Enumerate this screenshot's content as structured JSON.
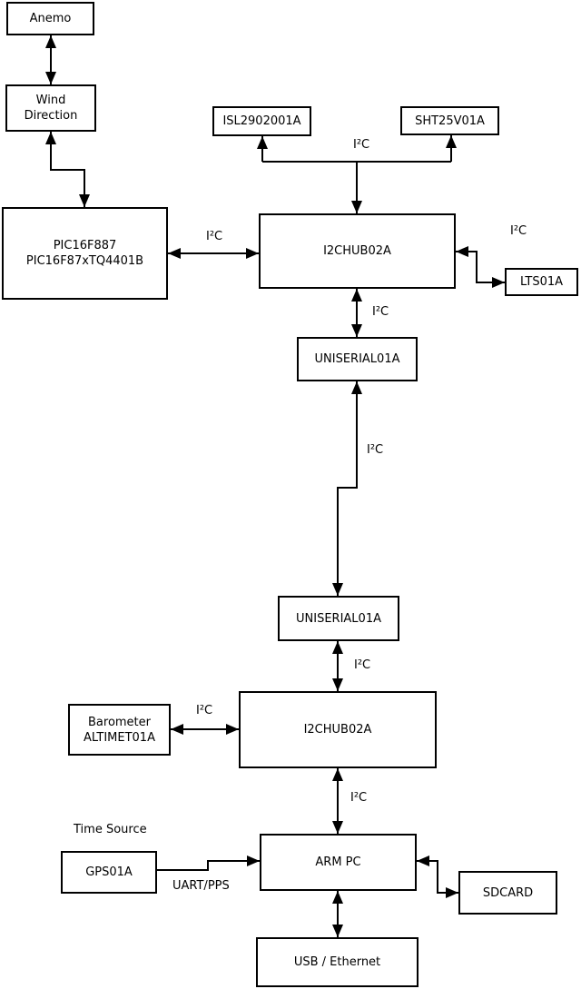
{
  "diagram": {
    "colors": {
      "stroke": "#000000",
      "box_fill": "#ffffff",
      "text": "#000000",
      "background": "#ffffff"
    },
    "boxes": [
      {
        "id": "anemo",
        "label": "Anemo"
      },
      {
        "id": "wind-direction",
        "label": "Wind\nDirection"
      },
      {
        "id": "pic",
        "label": "PIC16F887\nPIC16F87xTQ4401B"
      },
      {
        "id": "isl",
        "label": "ISL2902001A"
      },
      {
        "id": "sht",
        "label": "SHT25V01A"
      },
      {
        "id": "i2chub-top",
        "label": "I2CHUB02A"
      },
      {
        "id": "lts",
        "label": "LTS01A"
      },
      {
        "id": "uniserial-top",
        "label": "UNISERIAL01A"
      },
      {
        "id": "uniserial-bottom",
        "label": "UNISERIAL01A"
      },
      {
        "id": "i2chub-bottom",
        "label": "I2CHUB02A"
      },
      {
        "id": "barometer",
        "label": "Barometer\nALTIMET01A"
      },
      {
        "id": "gps",
        "label": "GPS01A"
      },
      {
        "id": "arm-pc",
        "label": "ARM PC"
      },
      {
        "id": "sdcard",
        "label": "SDCARD"
      },
      {
        "id": "usb-ethernet",
        "label": "USB / Ethernet"
      }
    ],
    "edge_labels": [
      {
        "id": "i2c-sensors-top",
        "text": "I²C"
      },
      {
        "id": "i2c-pic-hub",
        "text": "I²C"
      },
      {
        "id": "i2c-hub-lts",
        "text": "I²C"
      },
      {
        "id": "i2c-hub-uniserial",
        "text": "I²C"
      },
      {
        "id": "i2c-long-link",
        "text": "I²C"
      },
      {
        "id": "i2c-uniserial-hub2",
        "text": "I²C"
      },
      {
        "id": "i2c-barometer-hub2",
        "text": "I²C"
      },
      {
        "id": "i2c-hub2-armpc",
        "text": "I²C"
      },
      {
        "id": "time-source",
        "text": "Time Source"
      },
      {
        "id": "uart-pps",
        "text": "UART/PPS"
      }
    ]
  }
}
